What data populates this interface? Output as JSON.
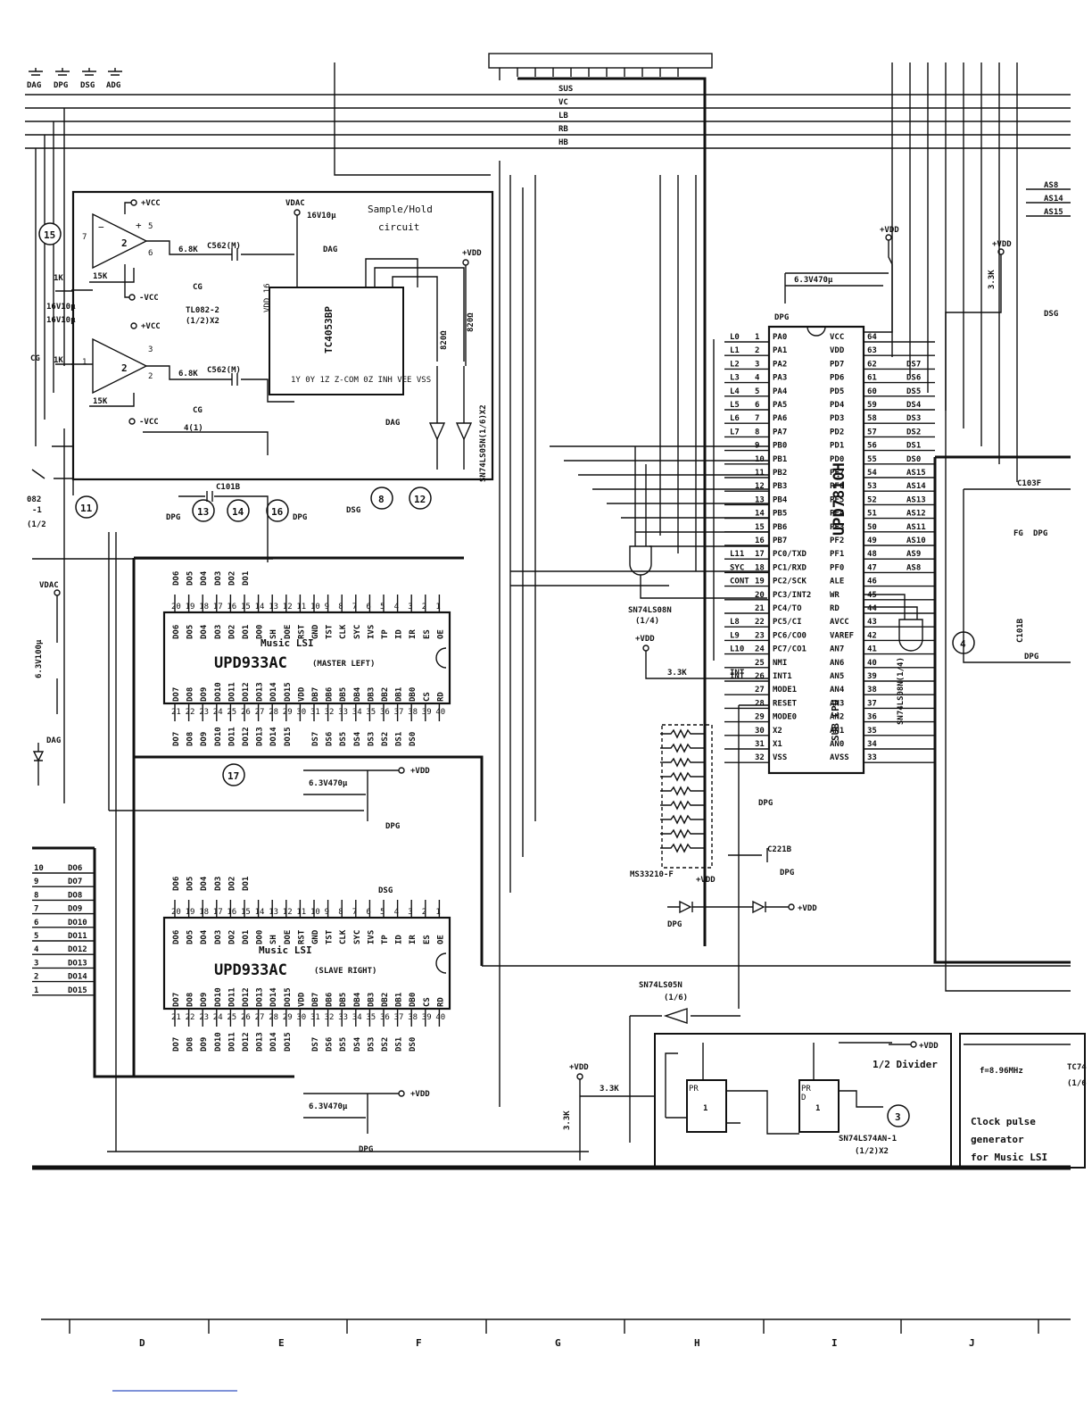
{
  "top_grounds": [
    "DAG",
    "DPG",
    "DSG",
    "ADG"
  ],
  "bus_lines": [
    "SUS",
    "VC",
    "LB",
    "RB",
    "HB"
  ],
  "sample_hold": {
    "title": "Sample/Hold",
    "subtitle": "circuit",
    "opamp_label": "TL082-2",
    "opamp_sub": "(1/2)X2",
    "mux": "TC4053BP",
    "vdac": "VDAC",
    "cap": "16V10µ",
    "c562": "C562(M)",
    "r68": "6.8K",
    "r15": "15K",
    "r1": "1K",
    "r4": "4(1)",
    "r820": "820Ω",
    "inverter": "SN74LS05N(1/6)X2",
    "vcc": "+VCC",
    "mvcc": "-VCC",
    "cg": "CG",
    "dag": "DAG"
  },
  "sub_cpu": {
    "part": "UPD7810H",
    "label": "SUB CPU",
    "cap": "6.3V470µ",
    "dpg": "DPG",
    "left_pins": [
      {
        "net": "L0",
        "num": "1",
        "pin": "PA0"
      },
      {
        "net": "L1",
        "num": "2",
        "pin": "PA1"
      },
      {
        "net": "L2",
        "num": "3",
        "pin": "PA2"
      },
      {
        "net": "L3",
        "num": "4",
        "pin": "PA3"
      },
      {
        "net": "L4",
        "num": "5",
        "pin": "PA4"
      },
      {
        "net": "L5",
        "num": "6",
        "pin": "PA5"
      },
      {
        "net": "L6",
        "num": "7",
        "pin": "PA6"
      },
      {
        "net": "L7",
        "num": "8",
        "pin": "PA7"
      },
      {
        "net": "",
        "num": "9",
        "pin": "PB0"
      },
      {
        "net": "",
        "num": "10",
        "pin": "PB1"
      },
      {
        "net": "",
        "num": "11",
        "pin": "PB2"
      },
      {
        "net": "",
        "num": "12",
        "pin": "PB3"
      },
      {
        "net": "",
        "num": "13",
        "pin": "PB4"
      },
      {
        "net": "",
        "num": "14",
        "pin": "PB5"
      },
      {
        "net": "",
        "num": "15",
        "pin": "PB6"
      },
      {
        "net": "",
        "num": "16",
        "pin": "PB7"
      },
      {
        "net": "L11",
        "num": "17",
        "pin": "PC0/TXD"
      },
      {
        "net": "SYC",
        "num": "18",
        "pin": "PC1/RXD"
      },
      {
        "net": "CONT",
        "num": "19",
        "pin": "PC2/SCK"
      },
      {
        "net": "",
        "num": "20",
        "pin": "PC3/INT2"
      },
      {
        "net": "",
        "num": "21",
        "pin": "PC4/TO"
      },
      {
        "net": "L8",
        "num": "22",
        "pin": "PC5/CI"
      },
      {
        "net": "L9",
        "num": "23",
        "pin": "PC6/CO0"
      },
      {
        "net": "L10",
        "num": "24",
        "pin": "PC7/CO1"
      },
      {
        "net": "",
        "num": "25",
        "pin": "NMI"
      },
      {
        "net": "INT",
        "num": "26",
        "pin": "INT1"
      },
      {
        "net": "",
        "num": "27",
        "pin": "MODE1"
      },
      {
        "net": "",
        "num": "28",
        "pin": "RESET"
      },
      {
        "net": "",
        "num": "29",
        "pin": "MODE0"
      },
      {
        "net": "",
        "num": "30",
        "pin": "X2"
      },
      {
        "net": "",
        "num": "31",
        "pin": "X1"
      },
      {
        "net": "",
        "num": "32",
        "pin": "VSS"
      }
    ],
    "right_pins": [
      {
        "net": "",
        "num": "64",
        "pin": "VCC"
      },
      {
        "net": "",
        "num": "63",
        "pin": "VDD"
      },
      {
        "net": "DS7",
        "num": "62",
        "pin": "PD7"
      },
      {
        "net": "DS6",
        "num": "61",
        "pin": "PD6"
      },
      {
        "net": "DS5",
        "num": "60",
        "pin": "PD5"
      },
      {
        "net": "DS4",
        "num": "59",
        "pin": "PD4"
      },
      {
        "net": "DS3",
        "num": "58",
        "pin": "PD3"
      },
      {
        "net": "DS2",
        "num": "57",
        "pin": "PD2"
      },
      {
        "net": "DS1",
        "num": "56",
        "pin": "PD1"
      },
      {
        "net": "DS0",
        "num": "55",
        "pin": "PD0"
      },
      {
        "net": "AS15",
        "num": "54",
        "pin": "PF7"
      },
      {
        "net": "AS14",
        "num": "53",
        "pin": "PF6"
      },
      {
        "net": "AS13",
        "num": "52",
        "pin": "PF5"
      },
      {
        "net": "AS12",
        "num": "51",
        "pin": "PF4"
      },
      {
        "net": "AS11",
        "num": "50",
        "pin": "PF3"
      },
      {
        "net": "AS10",
        "num": "49",
        "pin": "PF2"
      },
      {
        "net": "AS9",
        "num": "48",
        "pin": "PF1"
      },
      {
        "net": "AS8",
        "num": "47",
        "pin": "PF0"
      },
      {
        "net": "",
        "num": "46",
        "pin": "ALE"
      },
      {
        "net": "",
        "num": "45",
        "pin": "WR"
      },
      {
        "net": "",
        "num": "44",
        "pin": "RD"
      },
      {
        "net": "",
        "num": "43",
        "pin": "AVCC"
      },
      {
        "net": "",
        "num": "42",
        "pin": "VAREF"
      },
      {
        "net": "",
        "num": "41",
        "pin": "AN7"
      },
      {
        "net": "",
        "num": "40",
        "pin": "AN6"
      },
      {
        "net": "",
        "num": "39",
        "pin": "AN5"
      },
      {
        "net": "",
        "num": "38",
        "pin": "AN4"
      },
      {
        "net": "",
        "num": "37",
        "pin": "AN3"
      },
      {
        "net": "",
        "num": "36",
        "pin": "AN2"
      },
      {
        "net": "",
        "num": "35",
        "pin": "AN1"
      },
      {
        "net": "",
        "num": "34",
        "pin": "AN0"
      },
      {
        "net": "",
        "num": "33",
        "pin": "AVSS"
      }
    ]
  },
  "music_lsi_master": {
    "title": "Music LSI",
    "part": "UPD933AC",
    "role": "(MASTER LEFT)"
  },
  "music_lsi_slave": {
    "title": "Music LSI",
    "part": "UPD933AC",
    "role": "(SLAVE RIGHT)"
  },
  "lsi_top_pins": [
    "DO6",
    "DO5",
    "DO4",
    "DO3",
    "DO2",
    "DO1",
    "DO0",
    "SH",
    "DOE",
    "RST",
    "GND",
    "TST",
    "CLK",
    "SYC",
    "IVS",
    "TP",
    "ID",
    "IR",
    "ES",
    "OE"
  ],
  "lsi_top_nums": [
    "20",
    "19",
    "18",
    "17",
    "16",
    "15",
    "14",
    "13",
    "12",
    "11",
    "10",
    "9",
    "8",
    "7",
    "6",
    "5",
    "4",
    "3",
    "2",
    "1"
  ],
  "lsi_bot_pins": [
    "DO7",
    "DO8",
    "DO9",
    "DO10",
    "DO11",
    "DO12",
    "DO13",
    "DO14",
    "DO15",
    "VDD",
    "DB7",
    "DB6",
    "DB5",
    "DB4",
    "DB3",
    "DB2",
    "DB1",
    "DB0",
    "CS",
    "RD"
  ],
  "lsi_bot_nums": [
    "21",
    "22",
    "23",
    "24",
    "25",
    "26",
    "27",
    "28",
    "29",
    "30",
    "31",
    "32",
    "33",
    "34",
    "35",
    "36",
    "37",
    "38",
    "39",
    "40"
  ],
  "lsi_data_top_nets": [
    "DO6",
    "DO5",
    "DO4",
    "DO3",
    "DO2",
    "DO1"
  ],
  "lsi_data_bot_nets": [
    "DO7",
    "DO8",
    "DO9",
    "DO10",
    "DO11",
    "DO12",
    "DO13",
    "DO14",
    "DO15",
    "",
    "DS7",
    "DS6",
    "DS5",
    "DS4",
    "DS3",
    "DS2",
    "DS1",
    "DS0"
  ],
  "slave_bot_nets": [
    "DO7",
    "DO8",
    "DO9",
    "DO10",
    "DO11",
    "DO12",
    "DO13",
    "DO14",
    "DO15",
    "",
    "DS7",
    "DS6",
    "DS5",
    "DS4",
    "DS3",
    "DS2",
    "DS1",
    "DS0"
  ],
  "left_bus": [
    {
      "num": "10",
      "net": "DO6"
    },
    {
      "num": "9",
      "net": "DO7"
    },
    {
      "num": "8",
      "net": "DO8"
    },
    {
      "num": "7",
      "net": "DO9"
    },
    {
      "num": "6",
      "net": "DO10"
    },
    {
      "num": "5",
      "net": "DO11"
    },
    {
      "num": "4",
      "net": "DO12"
    },
    {
      "num": "3",
      "net": "DO13"
    },
    {
      "num": "2",
      "net": "DO14"
    },
    {
      "num": "1",
      "net": "DO15"
    }
  ],
  "callouts": [
    "15",
    "11",
    "13",
    "14",
    "16",
    "8",
    "12",
    "17",
    "4",
    "3"
  ],
  "gates": {
    "and_gate": "SN74LS08N",
    "and_sub": "(1/4)",
    "and2": "SN74LS08N(1/4)",
    "buffer": "SN74LS05N",
    "buffer_sub": "(1/6)",
    "divider": "SN74LS74AN-1",
    "divider_sub": "(1/2)X2",
    "divider_title": "1/2 Divider",
    "resnet": "MS33210-F"
  },
  "misc": {
    "vdd": "+VDD",
    "dpg": "DPG",
    "dsg": "DSG",
    "r33k": "3.3K",
    "cap470": "6.3V470µ",
    "c101b": "C101B",
    "c221b": "C221B",
    "c103f": "C103F",
    "fg": "FG",
    "vdac": "VDAC",
    "cap100": "6.3V100µ",
    "int": "INT",
    "r33k_right": "3.3K",
    "as_top": [
      "AS8",
      "AS14",
      "AS15"
    ]
  },
  "clock": {
    "freq": "f=8.96MHz",
    "line1": "Clock pulse",
    "line2": "generator",
    "line3": "for Music LSI",
    "chip": "TC74",
    "chip_sub": "(1/6"
  },
  "opamp_left": {
    "label": "082",
    "sub": "-1",
    "frac": "(1/2"
  },
  "grid_letters": [
    "D",
    "E",
    "F",
    "G",
    "H",
    "I",
    "J"
  ]
}
